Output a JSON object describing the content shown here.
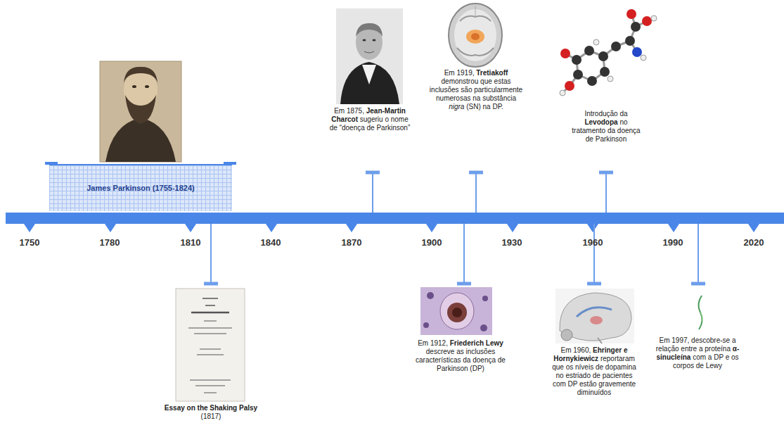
{
  "diagram": {
    "nodes": [
      {
        "text": [
          "James Parkinson (1755-1824)"
        ]
      }
    ],
    "labels": [
      "Em 1875, Jean-Martin Charcot sugeriu o nome de “doença de Parkinson”",
      "Em 1919, Tretiakoff demonstrou que estas inclusões são particularmente numerosas na substância nigra (SN) na DP.",
      "Introdução da Levodopa no tratamento da doença de Parkinson",
      "1750",
      "1780",
      "1810",
      "1840",
      "1870",
      "1900",
      "1930",
      "1960",
      "1990",
      "2020",
      "Essay on the Shaking Palsy",
      "(1817)",
      "Em 1912, Friederich Lewy descreve as inclusões características da doença de Parkinson (DP)",
      "Em 1960, Ehringer e Hornykiewicz reportaram que os níveis de dopamina no estriado de pacientes com DP estão gravemente diminuídos",
      "Em 1997, descobre-se a relação entre a proteína α-sinucleína com a DP e os corpos de Lewy"
    ]
  }
}
